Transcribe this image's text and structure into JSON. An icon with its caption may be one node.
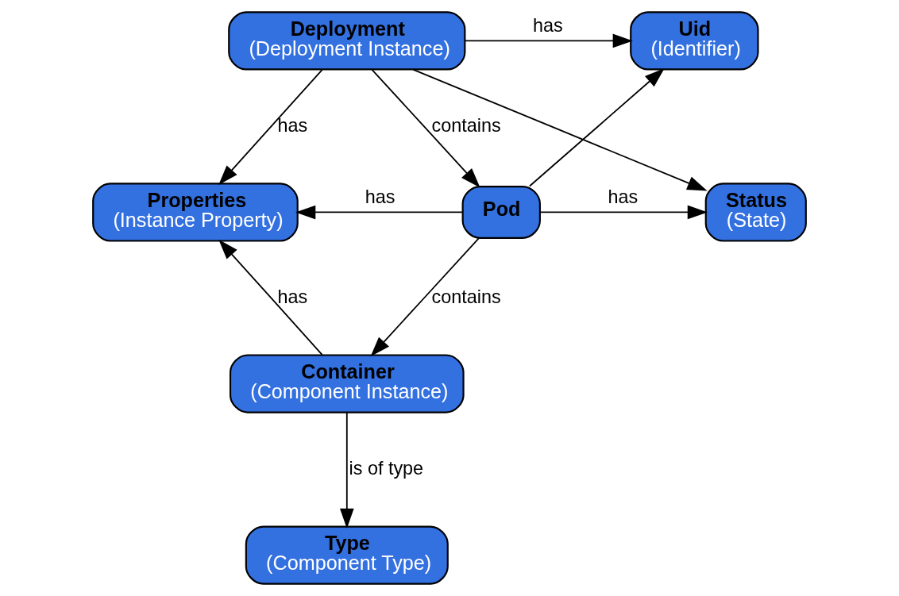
{
  "diagram": {
    "nodes": [
      {
        "text": [
          "Deployment",
          "(Deployment Instance)"
        ]
      },
      {
        "text": [
          "Uid",
          "(Identifier)"
        ]
      },
      {
        "text": [
          "Properties",
          "(Instance Property)"
        ]
      },
      {
        "text": [
          "Pod"
        ]
      },
      {
        "text": [
          "Status",
          "(State)"
        ]
      },
      {
        "text": [
          "Container",
          "(Component Instance)"
        ]
      },
      {
        "text": [
          "Type",
          "(Component Type)"
        ]
      }
    ],
    "edges": [
      {
        "from": 0,
        "to": 2,
        "arrow": "to",
        "label": "has"
      },
      {
        "from": 0,
        "to": 1,
        "arrow": "to",
        "label": "has"
      },
      {
        "from": 0,
        "to": 4,
        "arrow": "to"
      },
      {
        "from": 0,
        "to": 3,
        "arrow": "to",
        "label": "contains"
      },
      {
        "from": 3,
        "to": 2,
        "arrow": "to",
        "label": "has"
      },
      {
        "from": 3,
        "to": 1,
        "arrow": "to"
      },
      {
        "from": 3,
        "to": 4,
        "arrow": "to",
        "label": "has"
      },
      {
        "from": 3,
        "to": 5,
        "arrow": "to",
        "label": "contains"
      },
      {
        "from": 5,
        "to": 2,
        "arrow": "to",
        "label": "has"
      },
      {
        "from": 5,
        "to": 6,
        "arrow": "to",
        "label": "is of type"
      }
    ]
  }
}
